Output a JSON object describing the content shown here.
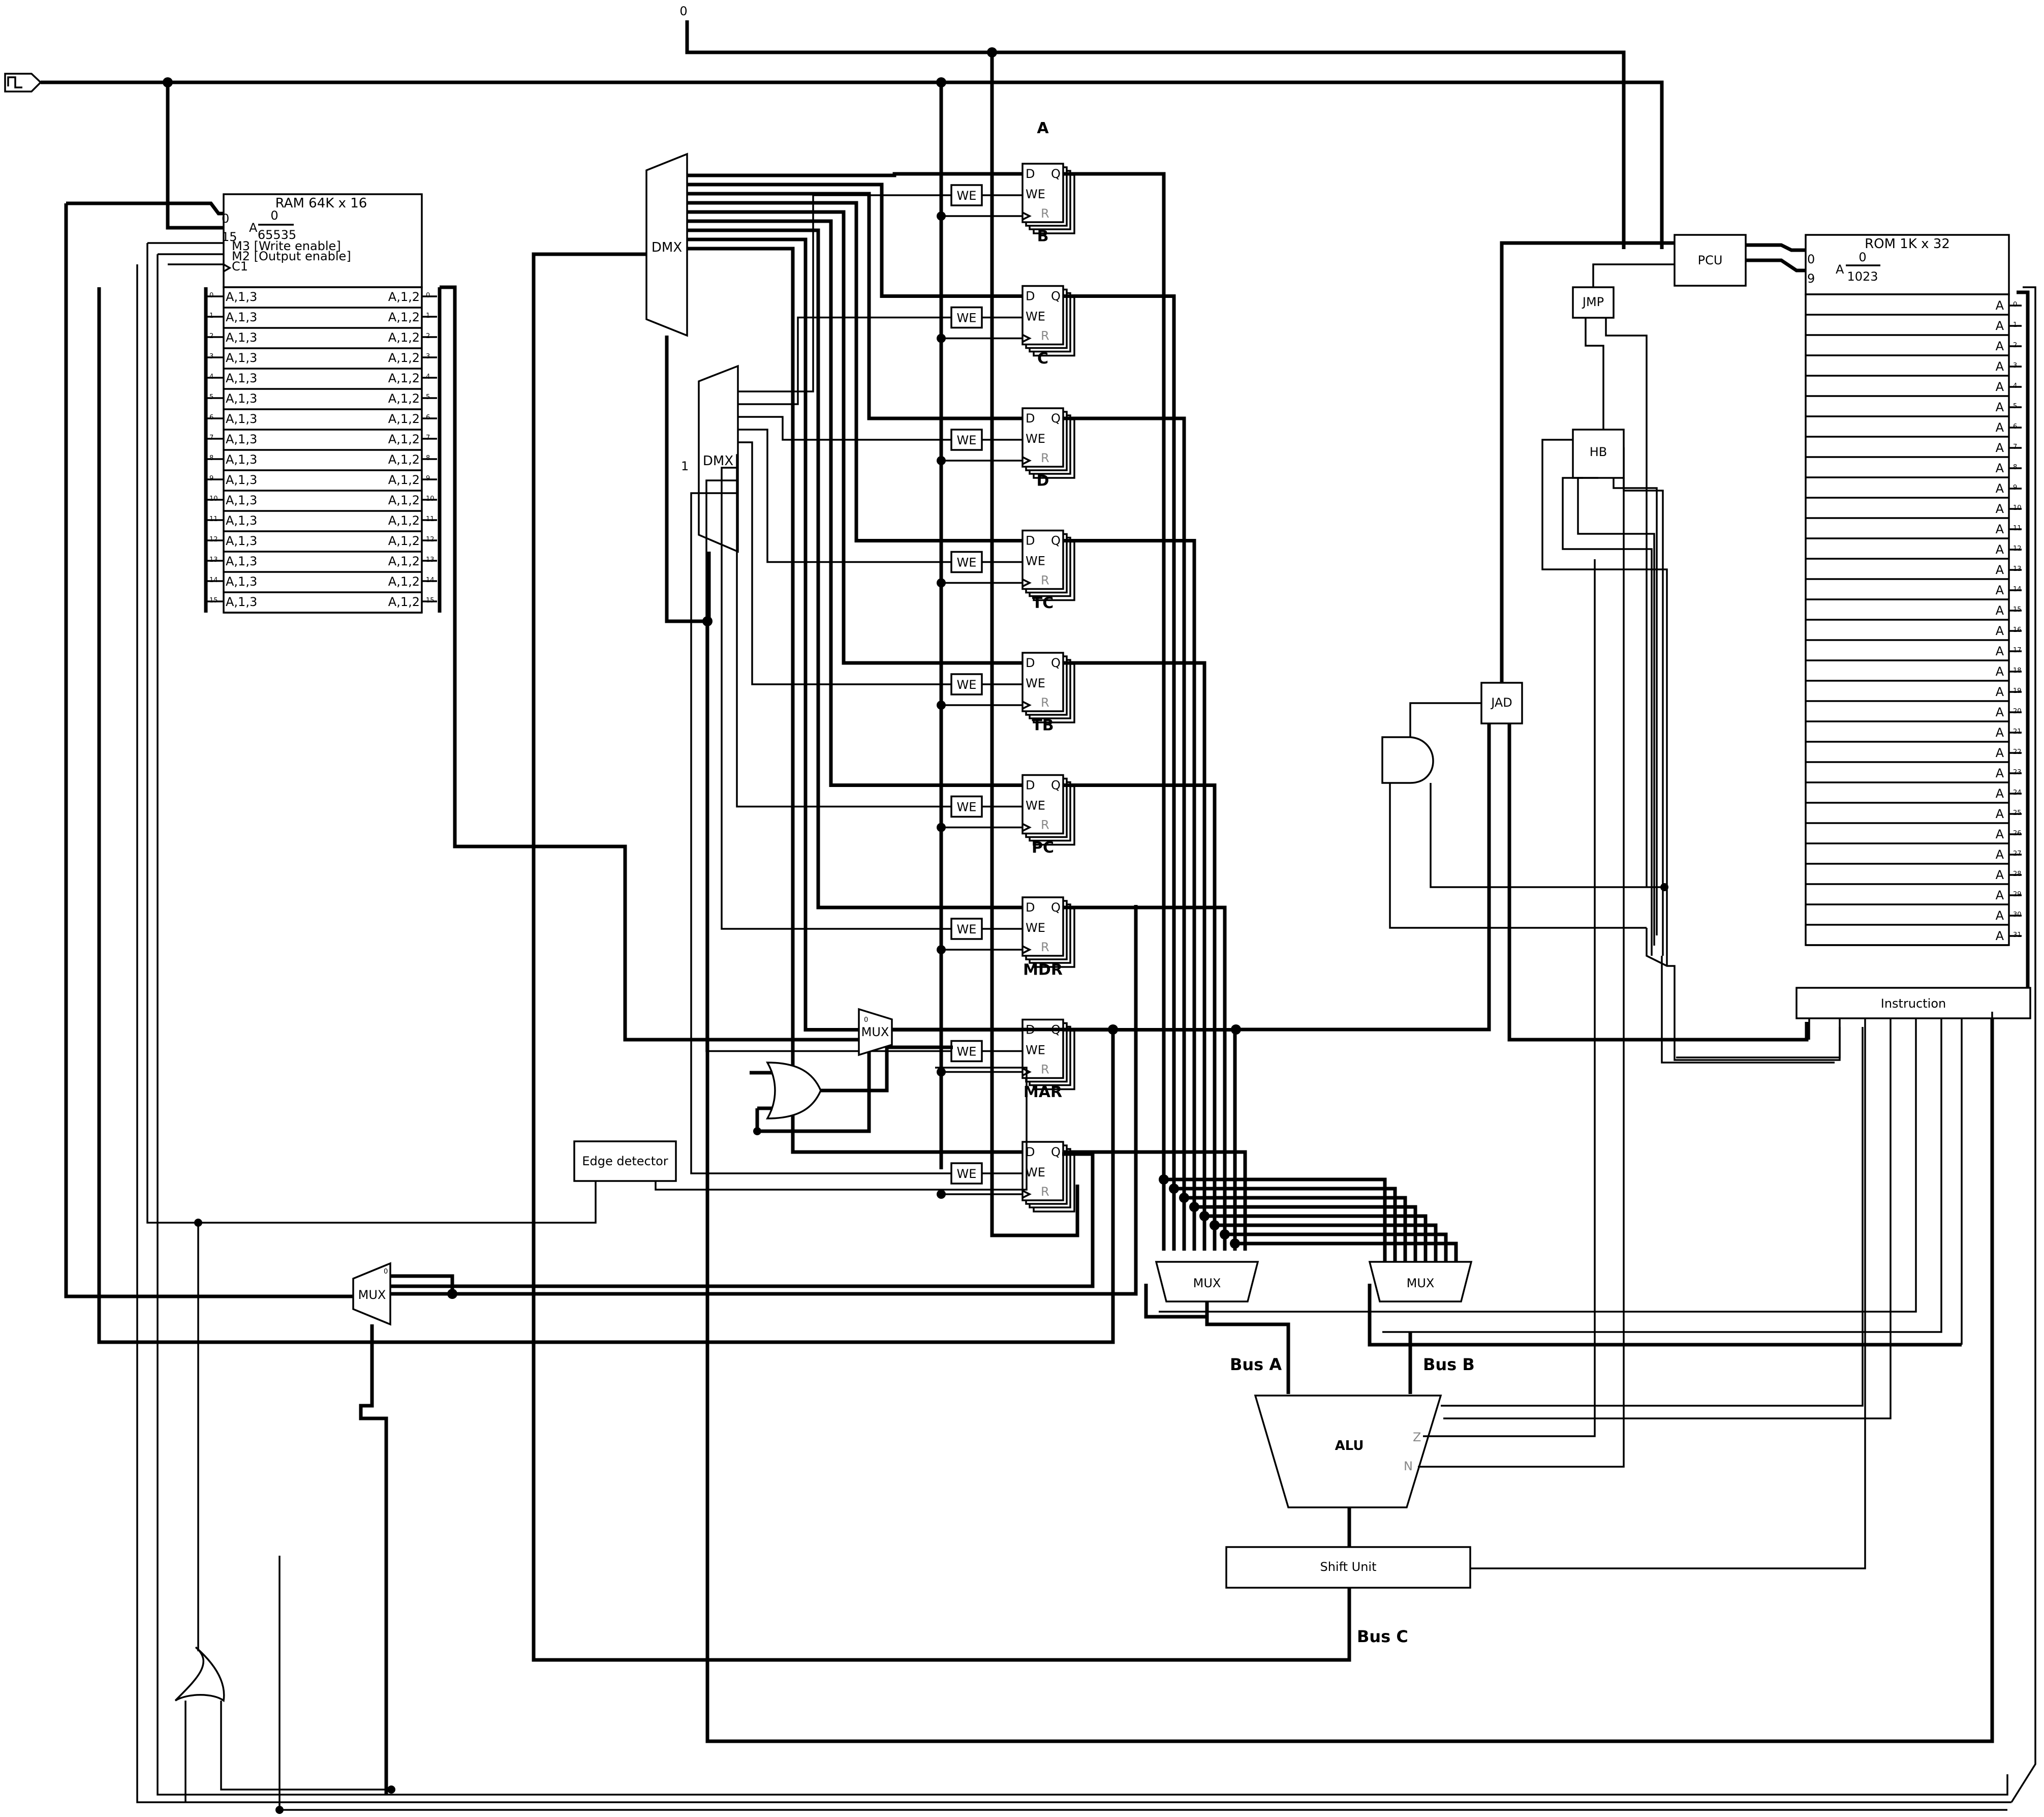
{
  "constant_top": "0",
  "ram": {
    "title": "RAM 64K x 16",
    "addr_lo": "0",
    "addr_hi": "15",
    "range_lo": "0",
    "range_hi": "65535",
    "a_label": "A",
    "ctrl_write": "M3 [Write enable]",
    "ctrl_output": "M2 [Output enable]",
    "ctrl_clock": "C1",
    "cell_left": "A,1,3",
    "cell_right": "A,1,2",
    "rows": [
      "0",
      "1",
      "2",
      "3",
      "4",
      "5",
      "6",
      "7",
      "8",
      "9",
      "10",
      "11",
      "12",
      "13",
      "14",
      "15"
    ]
  },
  "rom": {
    "title": "ROM 1K x 32",
    "addr_lo": "0",
    "addr_hi": "9",
    "range_lo": "0",
    "range_hi": "1023",
    "a_label": "A",
    "cell": "A",
    "rows": [
      "0",
      "1",
      "2",
      "3",
      "4",
      "5",
      "6",
      "7",
      "8",
      "9",
      "10",
      "11",
      "12",
      "13",
      "14",
      "15",
      "16",
      "17",
      "18",
      "19",
      "20",
      "21",
      "22",
      "23",
      "24",
      "25",
      "26",
      "27",
      "28",
      "29",
      "30",
      "31"
    ]
  },
  "registers": [
    {
      "name": "A"
    },
    {
      "name": "B"
    },
    {
      "name": "C"
    },
    {
      "name": "D"
    },
    {
      "name": "TC"
    },
    {
      "name": "TB"
    },
    {
      "name": "PC"
    },
    {
      "name": "MDR"
    },
    {
      "name": "MAR"
    }
  ],
  "reg_pins": {
    "d": "D",
    "q": "Q",
    "we": "WE",
    "r": "R"
  },
  "we_label": "WE",
  "dmx_label": "DMX",
  "dmx2_const": "1",
  "mux_label": "MUX",
  "sel0": "0",
  "edge_detector": "Edge detector",
  "pcu": "PCU",
  "jmp": "JMP",
  "hb": "HB",
  "jad": "JAD",
  "instruction": "Instruction",
  "alu": {
    "label": "ALU",
    "z": "Z",
    "n": "N"
  },
  "shift_unit": "Shift Unit",
  "bus_a": "Bus A",
  "bus_b": "Bus B",
  "bus_c": "Bus C"
}
